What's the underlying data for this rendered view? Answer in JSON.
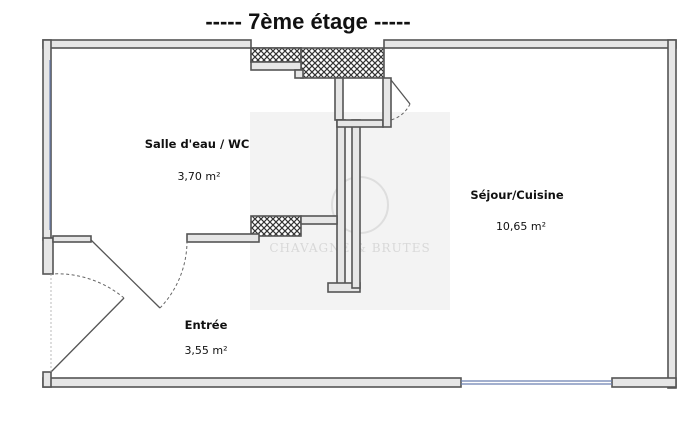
{
  "title": "-----  7ème étage  -----",
  "rooms": [
    {
      "name": "Salle d'eau / WC",
      "area": "3,70 m²"
    },
    {
      "name": "Séjour/Cuisine",
      "area": "10,65 m²"
    },
    {
      "name": "Entrée",
      "area": "3,55 m²"
    }
  ],
  "watermark": "CHAVAGNE & BRUTES",
  "colors": {
    "wall_fill": "#e6e6e6",
    "wall_stroke": "#555555",
    "window": "#6a7fb0"
  }
}
